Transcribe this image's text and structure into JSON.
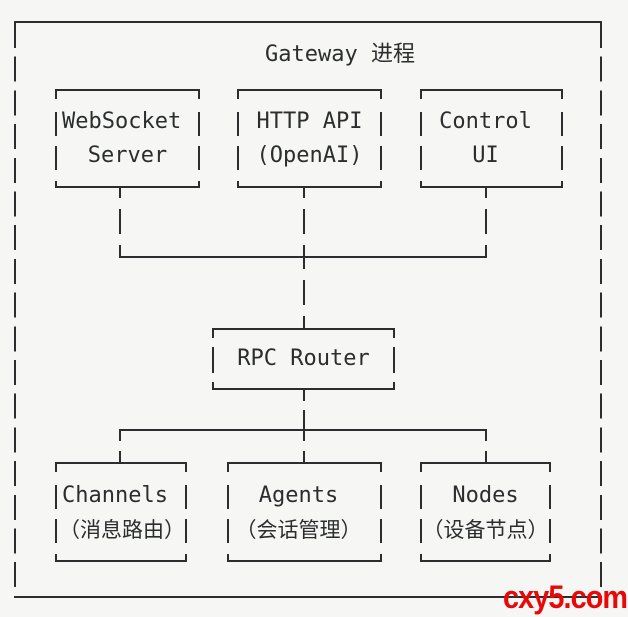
{
  "page": {
    "background": "#f6f6f5",
    "line_color": "#2b2d2e",
    "text_color": "#2b2d2e"
  },
  "diagram": {
    "title": "Gateway 进程",
    "top_boxes": [
      {
        "id": "websocket-server",
        "lines": [
          "WebSocket",
          "Server"
        ]
      },
      {
        "id": "http-api",
        "lines": [
          "HTTP API",
          "(OpenAI)"
        ]
      },
      {
        "id": "control-ui",
        "lines": [
          "Control",
          "UI"
        ]
      }
    ],
    "middle_box": {
      "id": "rpc-router",
      "lines": [
        "RPC Router"
      ]
    },
    "bottom_boxes": [
      {
        "id": "channels",
        "lines": [
          "Channels",
          "（消息路由）"
        ]
      },
      {
        "id": "agents",
        "lines": [
          "Agents",
          "（会话管理）"
        ]
      },
      {
        "id": "nodes",
        "lines": [
          "Nodes",
          "（设备节点）"
        ]
      }
    ],
    "edges": [
      {
        "from": "websocket-server",
        "to": "rpc-router"
      },
      {
        "from": "http-api",
        "to": "rpc-router"
      },
      {
        "from": "control-ui",
        "to": "rpc-router"
      },
      {
        "from": "rpc-router",
        "to": "channels"
      },
      {
        "from": "rpc-router",
        "to": "agents"
      },
      {
        "from": "rpc-router",
        "to": "nodes"
      }
    ]
  },
  "watermark": {
    "text": "cxy5.com",
    "color": "#e90808"
  }
}
